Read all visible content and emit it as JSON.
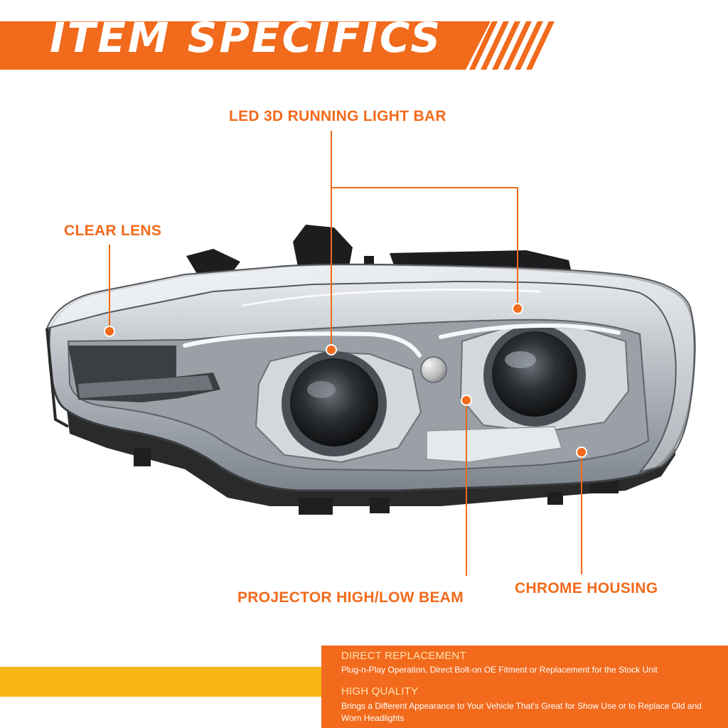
{
  "banner": {
    "title": "ITEM SPECIFICS"
  },
  "callouts": {
    "running_light": "LED 3D RUNNING LIGHT BAR",
    "clear_lens": "CLEAR LENS",
    "projector": "PROJECTOR HIGH/LOW BEAM",
    "chrome_housing": "CHROME HOUSING"
  },
  "features": [
    {
      "title": "DIRECT REPLACEMENT",
      "text": "Plug-n-Play Operation, Direct Bolt-on OE Fitment or Replacement for the Stock Unit"
    },
    {
      "title": "HIGH QUALITY",
      "text": "Brings a Different Appearance to Your Vehicle That's Great for Show Use or to Replace Old and Worn Headlights"
    }
  ],
  "colors": {
    "accent": "#f26a1b",
    "yellow": "#f7b516",
    "chrome": "#c9cdd2",
    "dark": "#1c1c1c"
  }
}
